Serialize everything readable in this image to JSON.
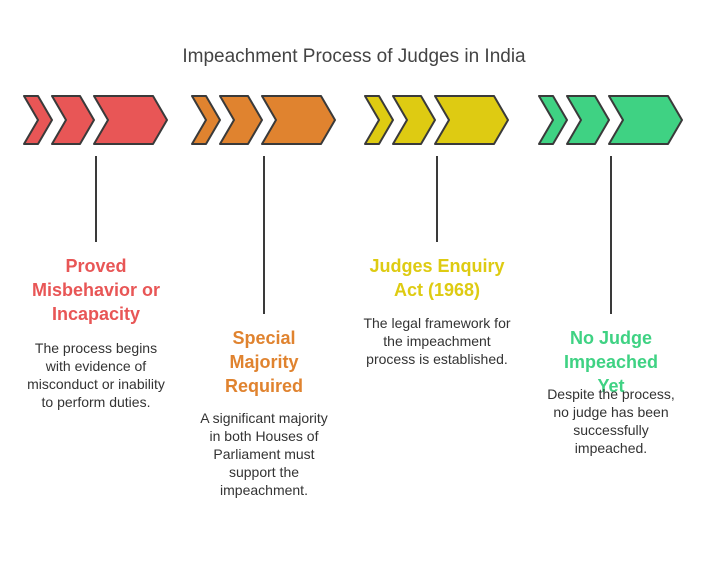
{
  "title": "Impeachment Process of Judges in India",
  "colors": {
    "red": "#E85656",
    "orange": "#E0832F",
    "yellow": "#DECB12",
    "green": "#3FD283",
    "outline": "#3a3a3a"
  },
  "steps": [
    {
      "title": "Proved Misbehavior or Incapacity",
      "description": "The process begins with evidence of misconduct or inability to perform duties."
    },
    {
      "title": "Special Majority Required",
      "description": "A significant majority in both Houses of Parliament must support the impeachment."
    },
    {
      "title": "Judges Enquiry Act (1968)",
      "description": "The legal framework for the impeachment process is established."
    },
    {
      "title": "No Judge Impeached Yet",
      "description": "Despite the process, no judge has been successfully impeached."
    }
  ]
}
